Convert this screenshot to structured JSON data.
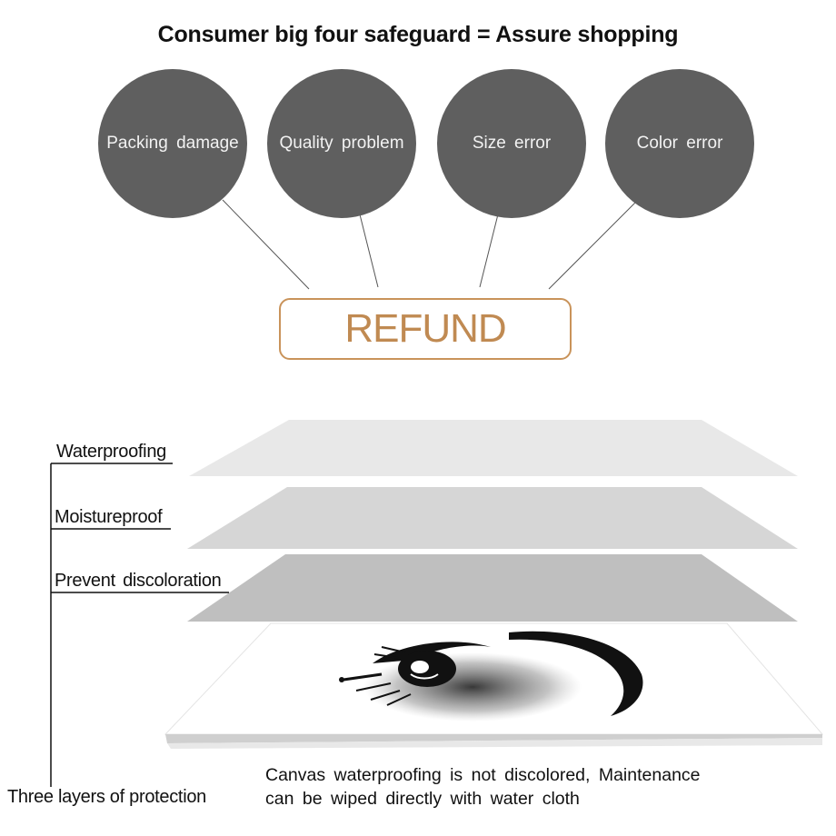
{
  "title": "Consumer big four safeguard = Assure shopping",
  "safeguards": [
    {
      "label": "Packing  damage"
    },
    {
      "label": "Quality  problem"
    },
    {
      "label": "Size  error"
    },
    {
      "label": "Color  error"
    }
  ],
  "refund_label": "REFUND",
  "layers": [
    {
      "label": "Waterproofing"
    },
    {
      "label": "Moistureproof"
    },
    {
      "label": "Prevent  discoloration"
    }
  ],
  "bracket_label": "Three layers of protection",
  "caption": {
    "line1": "Canvas  waterproofing  is  not  discolored,  Maintenance",
    "line2": "can  be  wiped  directly  with  water  cloth"
  },
  "colors": {
    "circle": "#5f5f5f",
    "accent": "#c9935a",
    "layer_top": "#e6e6e6",
    "layer_mid": "#d4d4d4",
    "layer_bottom": "#bdbdbd"
  },
  "icons": {
    "artwork": "eye-illustration"
  }
}
